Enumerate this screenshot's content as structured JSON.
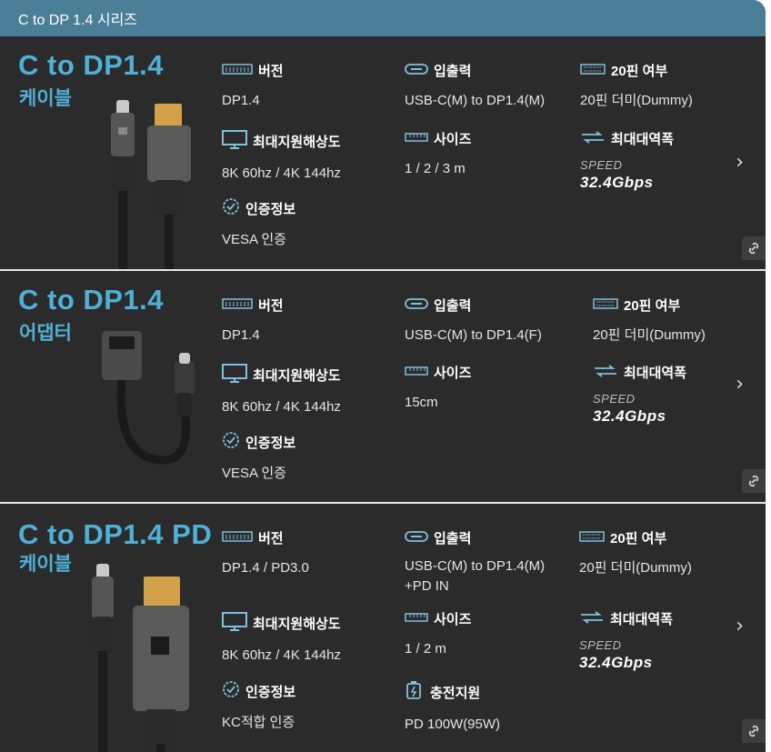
{
  "header": {
    "title": "C to DP 1.4 시리즈"
  },
  "labels": {
    "version": "버전",
    "io": "입출력",
    "pin20": "20핀 여부",
    "max_res": "최대지원해상도",
    "size": "사이즈",
    "bandwidth": "최대대역폭",
    "cert": "인증정보",
    "charging": "충전지원",
    "speed_small": "SPEED",
    "speed_value": "32.4Gbps"
  },
  "products": [
    {
      "title_line1": "C to DP1.4",
      "title_line2": "케이블",
      "version": "DP1.4",
      "io": "USB-C(M) to DP1.4(M)",
      "pin20": "20핀 더미(Dummy)",
      "max_res": "8K 60hz / 4K 144hz",
      "size": "1 / 2 / 3 m",
      "cert": "VESA 인증"
    },
    {
      "title_line1": "C to DP1.4",
      "title_line2": "어댑터",
      "version": "DP1.4",
      "io": "USB-C(M) to DP1.4(F)",
      "pin20": "20핀 더미(Dummy)",
      "max_res": "8K 60hz / 4K 144hz",
      "size": "15cm",
      "cert": "VESA 인증"
    },
    {
      "title_line1": "C to DP1.4 PD",
      "title_line2": "케이블",
      "version": "DP1.4 / PD3.0",
      "io_line1": "USB-C(M) to DP1.4(M)",
      "io_line2": "+PD IN",
      "pin20": "20핀 더미(Dummy)",
      "max_res": "8K 60hz / 4K 144hz",
      "size": "1 / 2 m",
      "cert": "KC적합 인증",
      "charging": "PD 100W(95W)"
    }
  ],
  "colors": {
    "accent": "#4fb0d8",
    "header_bg": "#4b7f97",
    "card_bg": "#2b2b2b"
  }
}
